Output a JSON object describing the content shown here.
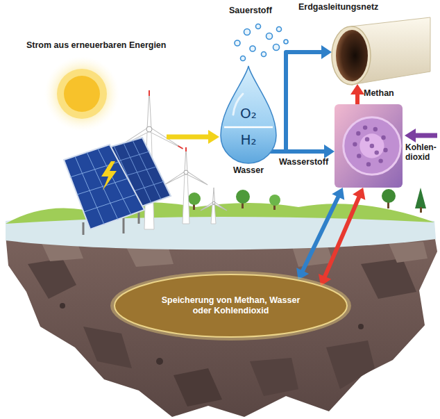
{
  "diagram": {
    "nodes": [
      {
        "text": [
          "Erdgasleitungsnetz"
        ]
      },
      {
        "text": [
          "O₂",
          "H₂",
          "Wasser"
        ]
      },
      {
        "text": []
      },
      {
        "text": [
          "Speicherung von Methan, Wasser oder Kohlendioxid"
        ]
      }
    ],
    "edges": [
      {
        "from": 1,
        "to": 0,
        "arrow": "to"
      },
      {
        "from": 1,
        "to": 2,
        "arrow": "to",
        "label": "Wasserstoff"
      },
      {
        "from": 2,
        "to": 0,
        "arrow": "to",
        "label": "Methan"
      },
      {
        "from": 2,
        "to": 3,
        "arrow": "both"
      },
      {
        "from": 2,
        "to": 3,
        "arrow": "both"
      }
    ],
    "labels": [
      "Strom aus erneuerbaren Energien",
      "Sauerstoff",
      "Kohlen- dioxid"
    ]
  }
}
